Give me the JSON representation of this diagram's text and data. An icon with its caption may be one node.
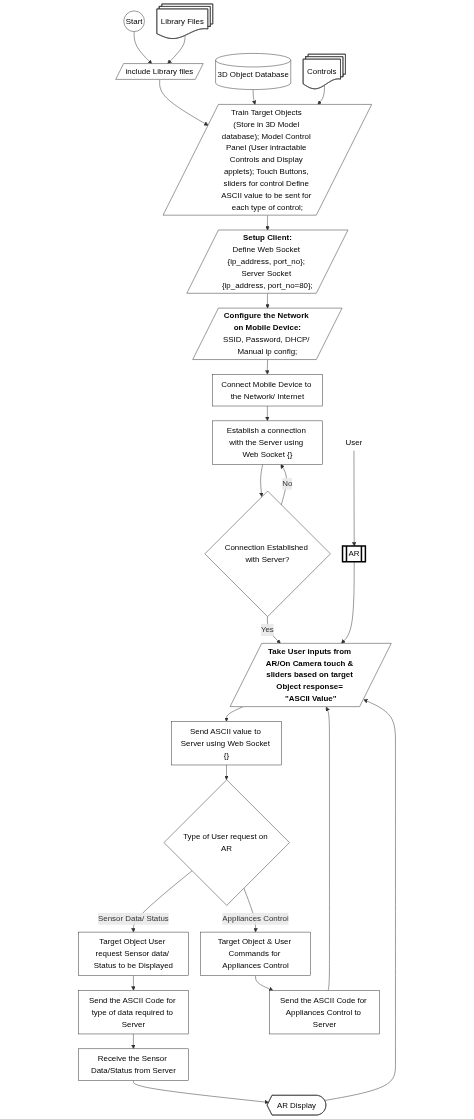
{
  "diagram": {
    "nodes": [
      {
        "text": [
          "Start"
        ]
      },
      {
        "text": [
          "include Library files"
        ]
      },
      {
        "text": [
          "Library Files"
        ]
      },
      {
        "text": [
          "Train Target Objects (Store in 3D Model database); Model Control Panel (User intractable Controls and Display applets); Touch Buttons, sliders for control Define ASCII value to be sent for each type of control;"
        ]
      },
      {
        "text": [
          "3D Object Database"
        ]
      },
      {
        "text": [
          "Controls"
        ]
      },
      {
        "text": [
          "Setup Client:",
          "Define Web Socket {ip_address, port_no}; Server Socket {ip_address, port_no=80};"
        ]
      },
      {
        "text": [
          "Configure the Network on Mobile Device:",
          "SSID, Password, DHCP/ Manual ip config;"
        ]
      },
      {
        "text": [
          "Connect Mobile Device to the Network/ Internet"
        ]
      },
      {
        "text": [
          "Establish a connection with the Server using Web Socket {}"
        ]
      },
      {
        "text": [
          "Connection Established with Server?"
        ]
      },
      {
        "text": [
          "Take User inputs from AR/On Camera touch & sliders based on target Object response= \"ASCII Value\""
        ]
      },
      {
        "text": [
          "AR"
        ]
      },
      {
        "text": [
          "User"
        ]
      },
      {
        "text": [
          "Send ASCII value to Server using Web Socket {}"
        ]
      },
      {
        "text": [
          "Type of User request on AR"
        ]
      },
      {
        "text": [
          "Target Object User request Sensor data/ Status to be Displayed"
        ]
      },
      {
        "text": [
          "Send the ASCII Code for type of data required to Server"
        ]
      },
      {
        "text": [
          "Receive the Sensor Data/Status from Server"
        ]
      },
      {
        "text": [
          "AR Display"
        ]
      },
      {
        "text": [
          "Target Object & User Commands for Appliances Control"
        ]
      },
      {
        "text": [
          "Send the ASCII Code for Appliances Control to Server"
        ]
      }
    ],
    "edges": [
      {
        "from": 0,
        "to": 1,
        "arrow": "to"
      },
      {
        "from": 2,
        "to": 1,
        "arrow": "to"
      },
      {
        "from": 1,
        "to": 3,
        "arrow": "to"
      },
      {
        "from": 4,
        "to": 3,
        "arrow": "to"
      },
      {
        "from": 5,
        "to": 3,
        "arrow": "to"
      },
      {
        "from": 3,
        "to": 6,
        "arrow": "to"
      },
      {
        "from": 6,
        "to": 7,
        "arrow": "to"
      },
      {
        "from": 7,
        "to": 8,
        "arrow": "to"
      },
      {
        "from": 8,
        "to": 9,
        "arrow": "to"
      },
      {
        "from": 9,
        "to": 10,
        "arrow": "to"
      },
      {
        "from": 10,
        "to": 9,
        "label": "No",
        "arrow": "to"
      },
      {
        "from": 10,
        "to": 11,
        "label": "Yes",
        "arrow": "to"
      },
      {
        "from": 13,
        "to": 12,
        "arrow": "to"
      },
      {
        "from": 12,
        "to": 11,
        "arrow": "to"
      },
      {
        "from": 11,
        "to": 14,
        "arrow": "to"
      },
      {
        "from": 14,
        "to": 15,
        "arrow": "to"
      },
      {
        "from": 15,
        "to": 16,
        "label": "Sensor Data/ Status",
        "arrow": "to"
      },
      {
        "from": 15,
        "to": 20,
        "label": "Appliances Control",
        "arrow": "to"
      },
      {
        "from": 16,
        "to": 17,
        "arrow": "to"
      },
      {
        "from": 17,
        "to": 18,
        "arrow": "to"
      },
      {
        "from": 18,
        "to": 19,
        "arrow": "to"
      },
      {
        "from": 20,
        "to": 21,
        "arrow": "to"
      },
      {
        "from": 19,
        "to": 11,
        "arrow": "to"
      },
      {
        "from": 21,
        "to": 11,
        "arrow": "to"
      }
    ]
  }
}
